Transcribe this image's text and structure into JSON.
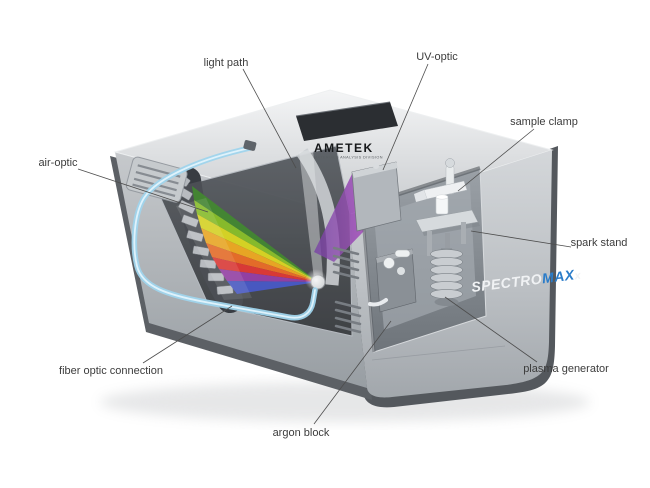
{
  "figure": {
    "type": "labeled-diagram",
    "subject": "optical emission spectrometer cutaway",
    "labels": {
      "light_path": "light path",
      "uv_optic": "UV-optic",
      "sample_clamp": "sample clamp",
      "air_optic": "air-optic",
      "spark_stand": "spark stand",
      "fiber_optic_connection": "fiber optic connection",
      "plasma_generator": "plasma generator",
      "argon_block": "argon block"
    },
    "brand": {
      "logo": "AMETEK",
      "logo_sub": "MATERIALS ANALYSIS DIVISION",
      "model_prefix": "SPECTRO",
      "model_accent": "MAX",
      "model_suffix": "x"
    },
    "colors": {
      "accent_blue": "#2a7cc9",
      "cable_blue": "#9fd4ec",
      "background": "#ffffff"
    },
    "spectrum_colors": [
      "#2f7d1b",
      "#7fbe12",
      "#ddd90a",
      "#f4a50a",
      "#ef5f10",
      "#e2231f",
      "#8e2ba0",
      "#3648c4"
    ]
  }
}
